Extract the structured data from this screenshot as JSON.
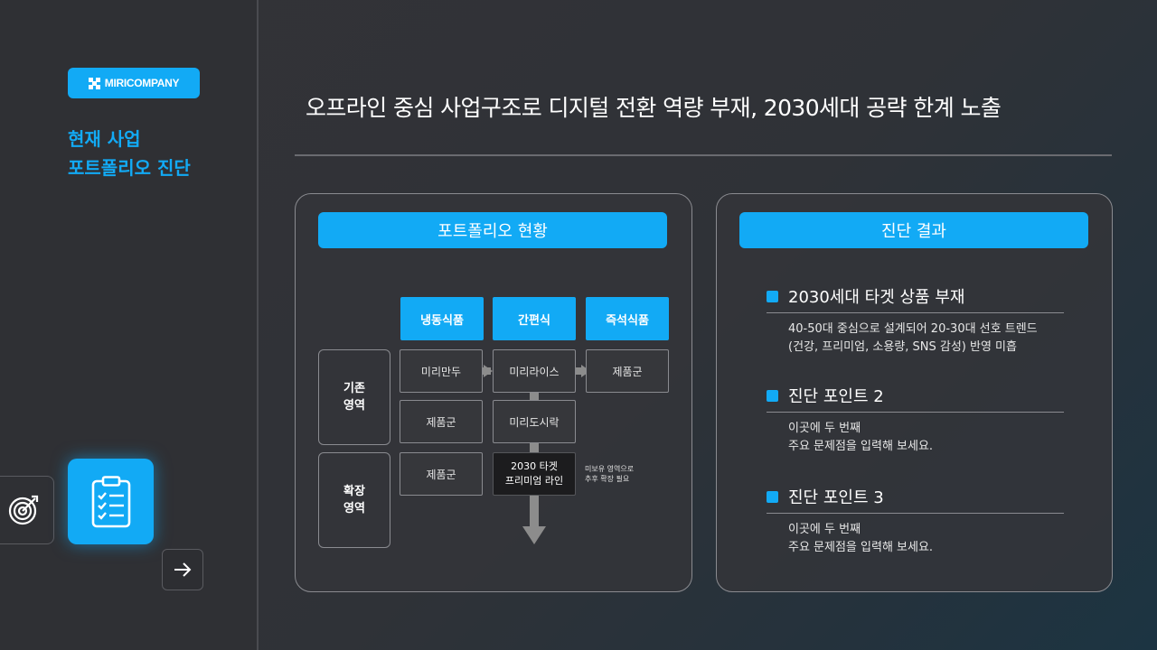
{
  "brand": {
    "name": "MIRICOMPANY",
    "accent": "#12aaf5"
  },
  "sidebar": {
    "title_line1": "현재 사업",
    "title_line2": "포트폴리오 진단",
    "icons": [
      "target-icon",
      "clipboard-checklist-icon",
      "arrow-right-icon"
    ]
  },
  "headline": "오프라인 중심 사업구조로 디지털 전환 역량 부재, 2030세대 공략 한계 노출",
  "portfolio": {
    "header": "포트폴리오 현황",
    "categories": [
      "냉동식품",
      "간편식",
      "즉석식품"
    ],
    "rows": [
      "기존\n영역",
      "확장\n영역"
    ],
    "cells": {
      "frozen_existing_1": "미리만두",
      "frozen_existing_2": "제품군",
      "frozen_expand": "제품군",
      "convenience_existing_1": "미리라이스",
      "convenience_existing_2": "미리도시락",
      "convenience_expand_line1": "2030 타겟",
      "convenience_expand_line2": "프리미엄 라인",
      "instant_existing": "제품군"
    },
    "note_line1": "미보유 영역으로",
    "note_line2": "추후 확장 필요"
  },
  "diagnosis": {
    "header": "진단 결과",
    "items": [
      {
        "title": "2030세대 타겟 상품 부재",
        "line1": "40-50대 중심으로 설계되어 20-30대 선호 트렌드",
        "line2": "(건강, 프리미엄, 소용량, SNS 감성) 반영 미흡"
      },
      {
        "title": "진단 포인트 2",
        "line1": "이곳에 두 번째",
        "line2": "주요 문제점을 입력해 보세요."
      },
      {
        "title": "진단 포인트 3",
        "line1": "이곳에 두 번째",
        "line2": "주요 문제점을 입력해 보세요."
      }
    ]
  }
}
